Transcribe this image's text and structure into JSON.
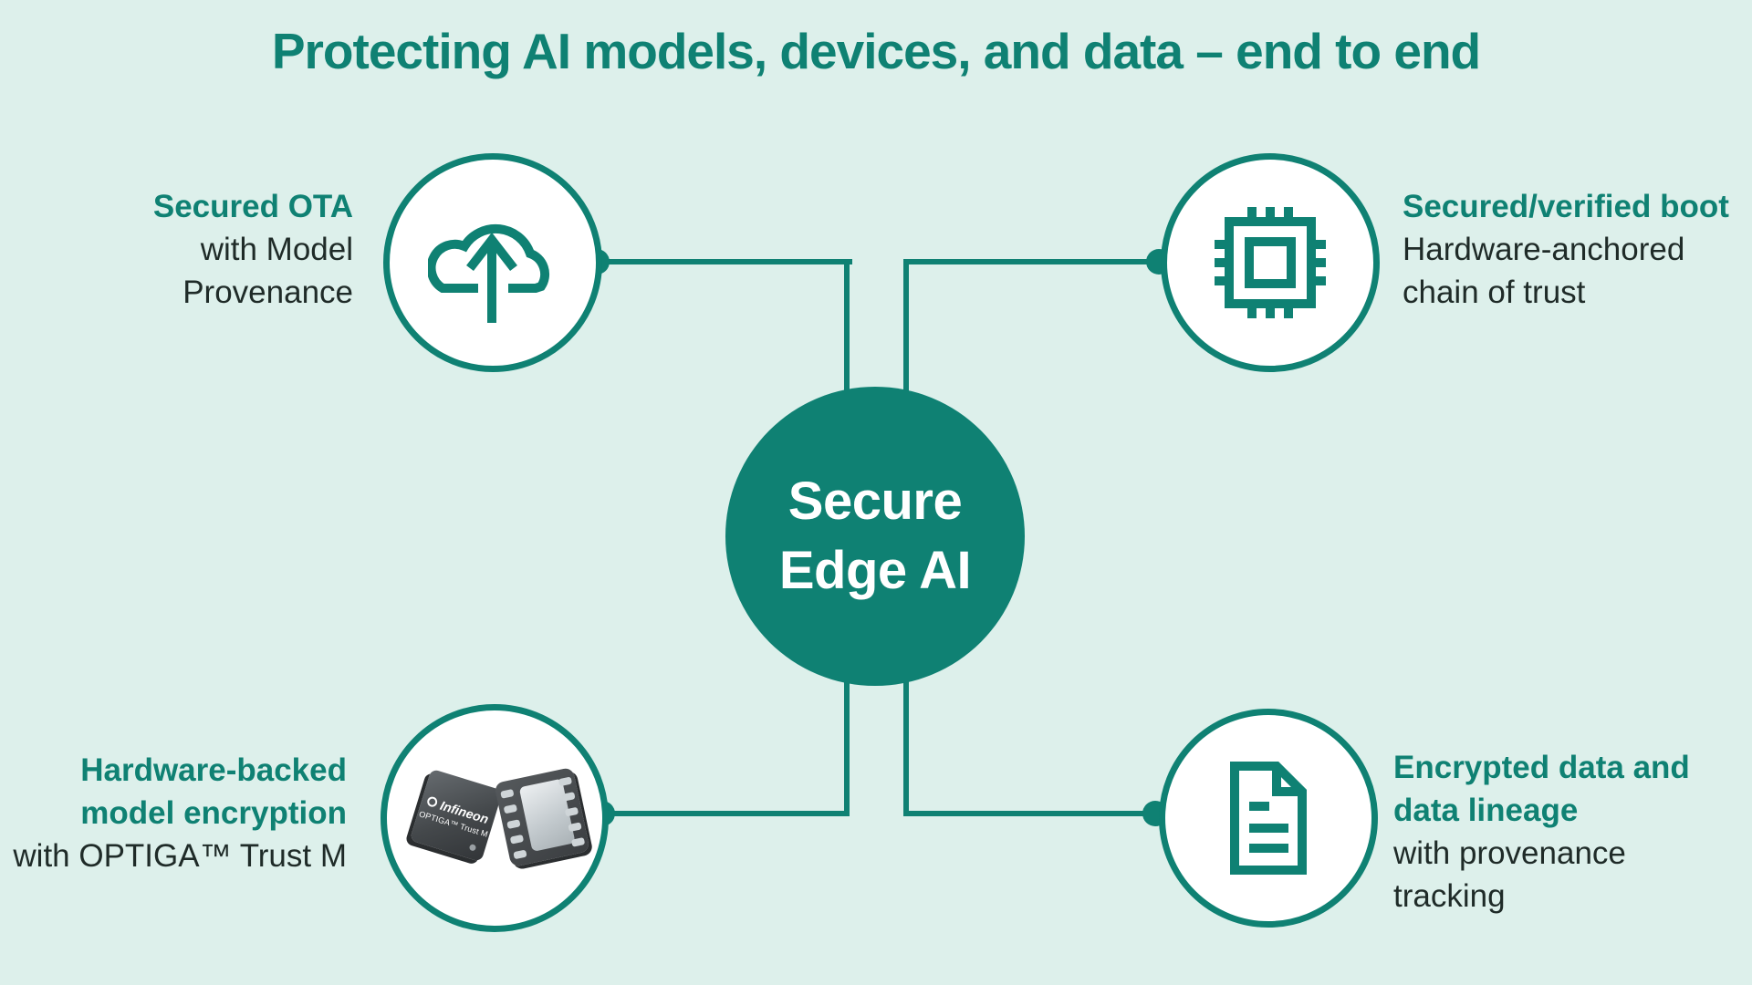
{
  "title": "Protecting AI models, devices, and data – end to end",
  "colors": {
    "background": "#ddf0eb",
    "teal": "#0f8173",
    "text_dark": "#1f2b28",
    "node_circle_fill": "#ffffff",
    "center_circle_fill": "#0f8173",
    "center_text": "#ffffff"
  },
  "center_circle": {
    "lines": [
      "Secure",
      "Edge AI"
    ]
  },
  "nodes": [
    {
      "id": "secured-ota",
      "position": "top-left",
      "icon": "cloud-upload-icon",
      "heading_lines": [
        "Secured OTA"
      ],
      "body_lines": [
        "with Model",
        "Provenance"
      ]
    },
    {
      "id": "secured-verified-boot",
      "position": "top-right",
      "icon": "chip-icon",
      "heading_lines": [
        "Secured/verified boot"
      ],
      "body_lines": [
        "Hardware-anchored",
        "chain of trust"
      ]
    },
    {
      "id": "hardware-backed-model-encryption",
      "position": "bottom-left",
      "icon": "optiga-trust-m-module-photo",
      "heading_lines": [
        "Hardware-backed",
        "model encryption"
      ],
      "body_lines": [
        "with OPTIGA™ Trust M"
      ]
    },
    {
      "id": "encrypted-data-lineage",
      "position": "bottom-right",
      "icon": "document-icon",
      "heading_lines": [
        "Encrypted data and",
        "data lineage"
      ],
      "body_lines": [
        "with provenance",
        "tracking"
      ]
    }
  ],
  "chip_photo": {
    "brand": "Infineon",
    "label": "OPTIGA™ Trust M"
  }
}
